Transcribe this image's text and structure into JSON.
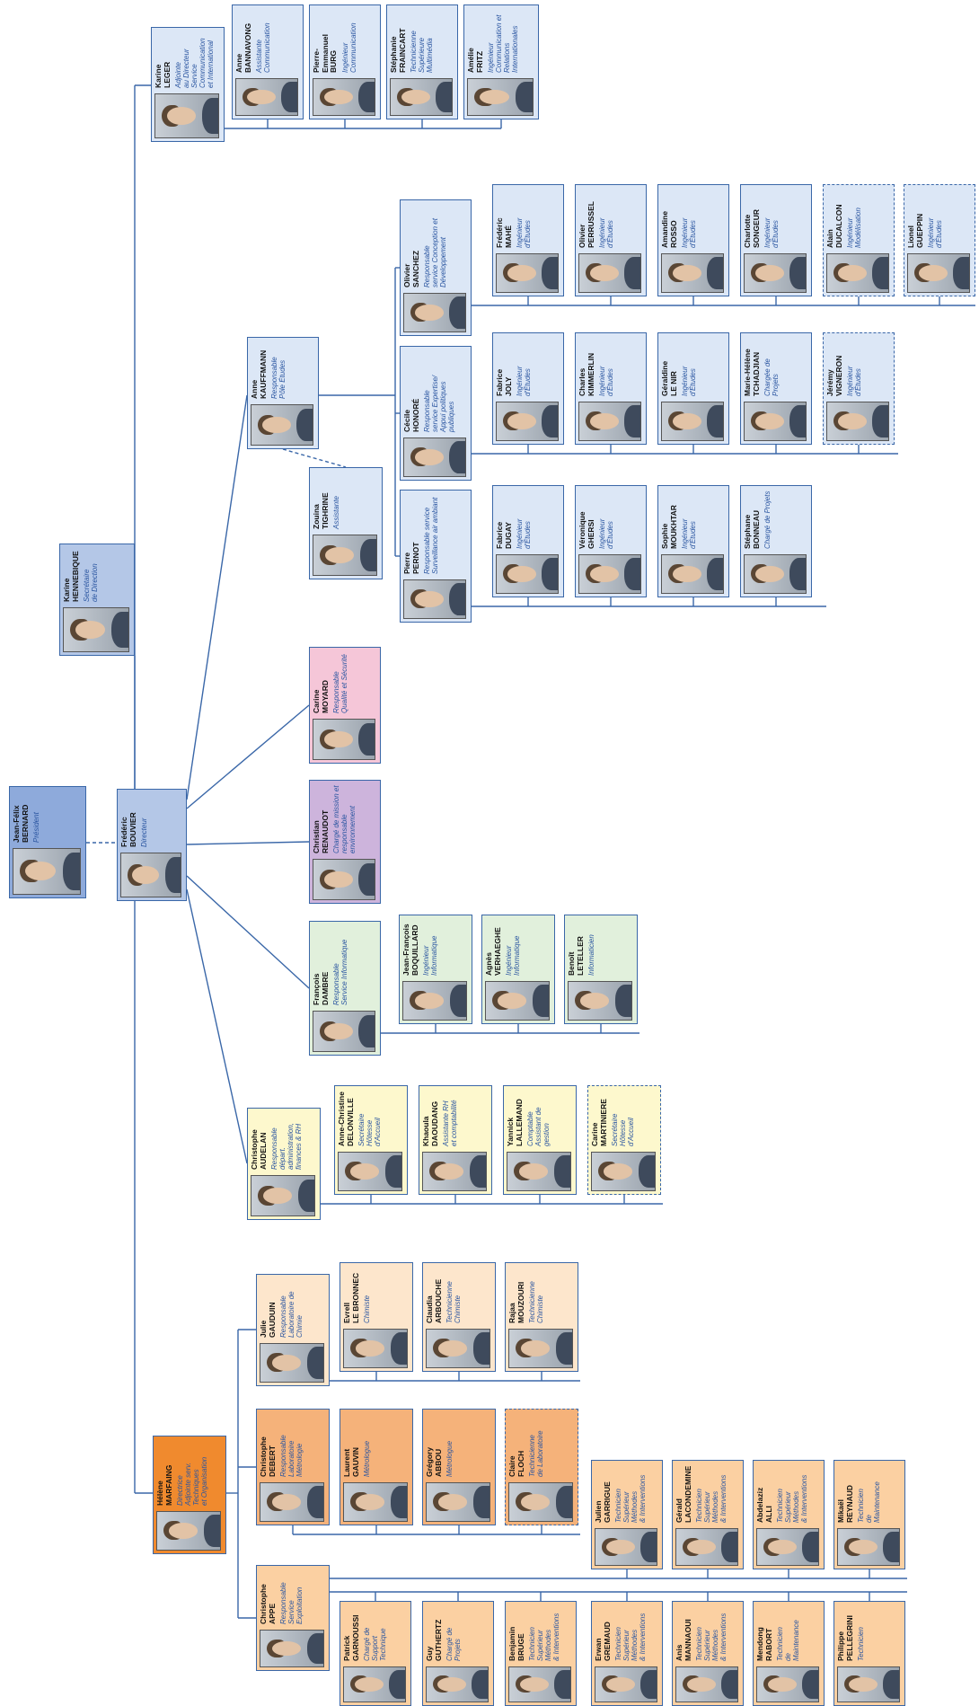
{
  "org_chart": {
    "president": {
      "name": "Jean-Félix\nBERNARD",
      "title": "Président",
      "photo": "portrait-photo"
    },
    "director": {
      "name": "Frédéric\nBOUVIER",
      "title": "Directeur",
      "photo": "portrait-photo"
    },
    "secretary": {
      "name": "Karine\nHENNEBIQUE",
      "title": "Secrétaire\nde Direction",
      "photo": "portrait-photo"
    },
    "communication": {
      "head": {
        "name": "Karine\nLEGER",
        "title": "Adjointe\nau Directeur\nService Communication\net International"
      },
      "members": [
        {
          "name": "Anne\nBANNAVONG",
          "title": "Assistante\nCommunication"
        },
        {
          "name": "Pierre-\nEmmanuel\nBURG",
          "title": "Ingénieur\nCommunication"
        },
        {
          "name": "Stéphanie\nFRAINCART",
          "title": "Technicienne\nSupérieure\nMultimédia"
        },
        {
          "name": "Amélie\nFRITZ",
          "title": "Ingénieur\nCommunication et\nRelations Internationales"
        }
      ]
    },
    "studies": {
      "head": {
        "name": "Anne\nKAUFFMANN",
        "title": "Responsable\nPôle Études"
      },
      "assistant": {
        "name": "Zouina\nTIGHRINE",
        "title": "Assistante"
      },
      "services": [
        {
          "head": {
            "name": "Pierre\nPERNOT",
            "title": "Responsable service\nSurveillance air ambiant"
          },
          "members": [
            {
              "name": "Fabrice\nDUGAY",
              "title": "Ingénieur d'Études"
            },
            {
              "name": "Véronique\nGHERSI",
              "title": "Ingénieur d'Études"
            },
            {
              "name": "Sophie\nMOUKHTAR",
              "title": "Ingénieur d'Études"
            },
            {
              "name": "Stéphane\nBONNEAU",
              "title": "Chargé de Projets"
            }
          ]
        },
        {
          "head": {
            "name": "Cécile\nHONORÉ",
            "title": "Responsable\nservice Expertise/\nAppui politiques publiques"
          },
          "members": [
            {
              "name": "Fabrice\nJOLY",
              "title": "Ingénieur d'Études"
            },
            {
              "name": "Charles\nKIMMERLIN",
              "title": "Ingénieur d'Études"
            },
            {
              "name": "Géraldine\nLE NIR",
              "title": "Ingénieur d'Études"
            },
            {
              "name": "Marie-Hélène\nTCHADJIAN",
              "title": "Chargée de Projets"
            },
            {
              "name": "Jérémy\nVIGNERON",
              "title": "Ingénieur d'Études"
            }
          ]
        },
        {
          "head": {
            "name": "Olivier\nSANCHEZ",
            "title": "Responsable\nservice Conception et\nDéveloppement"
          },
          "members": [
            {
              "name": "Frédéric\nMAHÉ",
              "title": "Ingénieur d'Études"
            },
            {
              "name": "Olivier\nPERRUSSEL",
              "title": "Ingénieur d'Études"
            },
            {
              "name": "Amandine\nROSSO",
              "title": "Ingénieur d'Études"
            },
            {
              "name": "Charlotte\nSONGEUR",
              "title": "Ingénieur d'Études"
            },
            {
              "name": "Alain\nDUCALCON",
              "title": "Ingénieur Modélisation"
            },
            {
              "name": "Lionel\nGUEPPIN",
              "title": "Ingénieur d'Études"
            }
          ]
        }
      ]
    },
    "quality": {
      "name": "Carine\nMOYARD",
      "title": "Responsable\nQualité et Sécurité"
    },
    "mission": {
      "name": "Christian\nRENAUDOT",
      "title": "Chargé de mission et\nresponsable environnement"
    },
    "it": {
      "head": {
        "name": "François\nDAMBRE",
        "title": "Responsable\nService Informatique"
      },
      "members": [
        {
          "name": "Jean-François\nBOQUILLARD",
          "title": "Ingénieur\nInformatique"
        },
        {
          "name": "Agnès\nVERHAEGHE",
          "title": "Ingénieur\nInformatique"
        },
        {
          "name": "Benoît\nLETELLER",
          "title": "Informaticien"
        }
      ]
    },
    "admin": {
      "head": {
        "name": "Christophe\nAUDELAN",
        "title": "Responsable\ndépart. administration,\nfinances & RH"
      },
      "members": [
        {
          "name": "Anne-Christine\nDELONVILLE",
          "title": "Secrétaire\nHôtesse d'Accueil"
        },
        {
          "name": "Khaoula\nDAOUDANG",
          "title": "Assistante RH\net comptabilité"
        },
        {
          "name": "Yannick\nLALLEMAND",
          "title": "Comptable\nAssistant de gestion"
        },
        {
          "name": "Carine\nMARTINIERE",
          "title": "Secrétaire\nHôtesse d'Accueil"
        }
      ]
    },
    "technical": {
      "head": {
        "name": "Hélène\nMARFAING",
        "title": "Directrice\nAdjointe serv. Techniques\net Organisation"
      },
      "chemistry": {
        "head": {
          "name": "Julie\nGAUDUIN",
          "title": "Responsable\nLaboratoire de Chimie"
        },
        "members": [
          {
            "name": "Evrell\nLE BRONNEC",
            "title": "Chimiste"
          },
          {
            "name": "Claudia\nARBOUCHE",
            "title": "Technicienne\nChimiste"
          },
          {
            "name": "Rajaa\nMOUZOURI",
            "title": "Technicienne\nChimiste"
          }
        ]
      },
      "metrology": {
        "head": {
          "name": "Christophe\nDEBERT",
          "title": "Responsable\nLaboratoire Métrologie"
        },
        "members": [
          {
            "name": "Laurent\nGAUVIN",
            "title": "Métrologue"
          },
          {
            "name": "Grégory\nABBOU",
            "title": "Métrologue"
          },
          {
            "name": "Claire\nFLOCH",
            "title": "Technicienne\nde Laboratoire"
          }
        ]
      },
      "exploitation": {
        "head": {
          "name": "Christophe\nAPPE",
          "title": "Responsable\nService Exploitation"
        },
        "row_top": [
          {
            "name": "Julien\nGARRIGUE",
            "title": "Technicien\nSupérieur Méthodes\n& Interventions"
          },
          {
            "name": "Gérald\nLACONDEMINE",
            "title": "Technicien\nSupérieur Méthodes\n& Interventions"
          },
          {
            "name": "Abdelaziz\nALLI",
            "title": "Technicien\nSupérieur Méthodes\n& Interventions"
          },
          {
            "name": "Mikaël\nREYNAUD",
            "title": "Technicien\nde\nMaintenance"
          }
        ],
        "row_bottom": [
          {
            "name": "Patrick\nGARNOUSSI",
            "title": "Chargé de\nSupport Technique"
          },
          {
            "name": "Guy\nGUTHERTZ",
            "title": "Chargé de Projets"
          },
          {
            "name": "Benjamin\nBRUGE",
            "title": "Technicien\nSupérieur Méthodes\n& Interventions"
          },
          {
            "name": "Erwan\nGREMAUD",
            "title": "Technicien\nSupérieur Méthodes\n& Interventions"
          },
          {
            "name": "Anis\nMANNAOUI",
            "title": "Technicien\nSupérieur Méthodes\n& Interventions"
          },
          {
            "name": "Mendong\nRABORT",
            "title": "Technicien\nde\nMaintenance"
          },
          {
            "name": "Philippe\nPELLEGRINI",
            "title": "Technicien"
          }
        ]
      }
    }
  },
  "colors": {
    "line": "#3a67a8",
    "blue": "#dce7f6",
    "blue_dark": "#8eaadb",
    "pink": "#f5c6d8",
    "purple": "#cdb4dc",
    "green": "#e1f0dc",
    "yellow": "#fdf8cd",
    "peach": "#fde6cc",
    "orange": "#f5b27a",
    "orange_dark": "#f08a2e"
  }
}
